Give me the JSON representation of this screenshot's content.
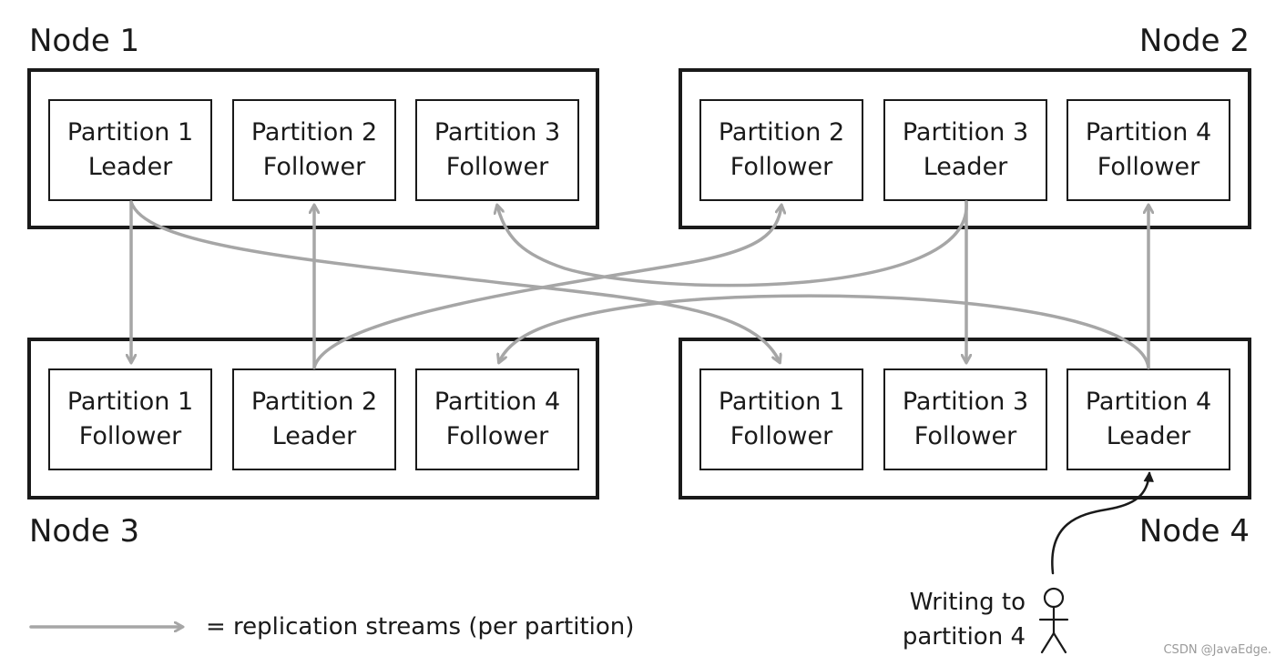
{
  "nodes": [
    {
      "label": "Node 1",
      "partitions": [
        {
          "name": "Partition 1",
          "role": "Leader"
        },
        {
          "name": "Partition 2",
          "role": "Follower"
        },
        {
          "name": "Partition 3",
          "role": "Follower"
        }
      ]
    },
    {
      "label": "Node 2",
      "partitions": [
        {
          "name": "Partition 2",
          "role": "Follower"
        },
        {
          "name": "Partition 3",
          "role": "Leader"
        },
        {
          "name": "Partition 4",
          "role": "Follower"
        }
      ]
    },
    {
      "label": "Node 3",
      "partitions": [
        {
          "name": "Partition 1",
          "role": "Follower"
        },
        {
          "name": "Partition 2",
          "role": "Leader"
        },
        {
          "name": "Partition 4",
          "role": "Follower"
        }
      ]
    },
    {
      "label": "Node 4",
      "partitions": [
        {
          "name": "Partition 1",
          "role": "Follower"
        },
        {
          "name": "Partition 3",
          "role": "Follower"
        },
        {
          "name": "Partition 4",
          "role": "Leader"
        }
      ]
    }
  ],
  "legend": {
    "text": "= replication streams (per partition)"
  },
  "writer": {
    "line1": "Writing to",
    "line2": "partition 4",
    "icon": "stick-figure-person-icon"
  },
  "watermark": "CSDN @JavaEdge.",
  "colors": {
    "stroke": "#1a1a1a",
    "arrow": "#a6a6a6"
  }
}
